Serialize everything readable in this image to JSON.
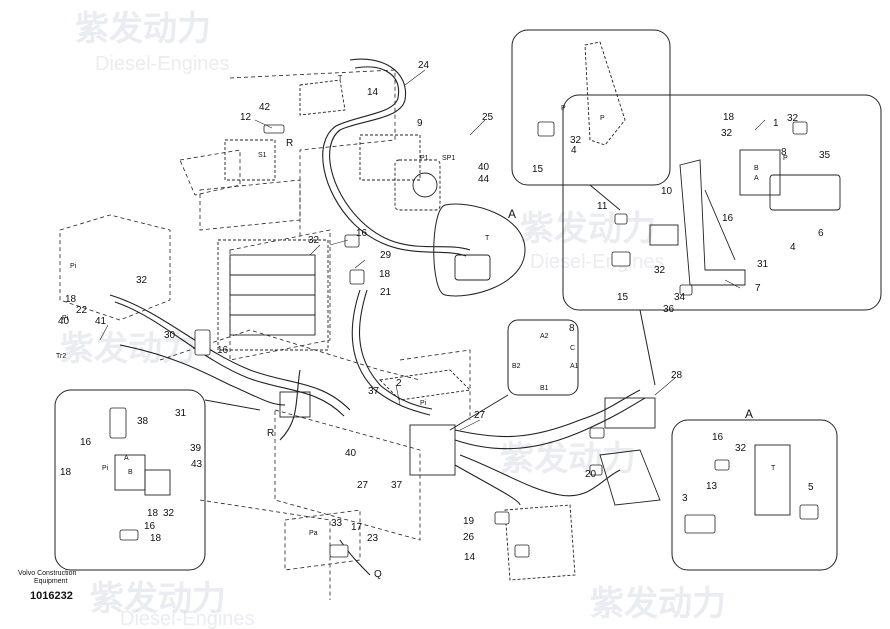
{
  "watermark": {
    "brand": "紫发动力",
    "sub": "Diesel-Engines"
  },
  "caption": {
    "company_line1": "Volvo Construction",
    "company_line2": "Equipment",
    "drawing_number": "1016232"
  },
  "detail_labels": {
    "main_A": "A",
    "detail_A": "A"
  },
  "port_labels": [
    "Pi",
    "Pi",
    "Pi",
    "R",
    "R",
    "S1",
    "P1",
    "SP1",
    "T",
    "Tr2",
    "A",
    "B",
    "P",
    "T",
    "A2",
    "A1",
    "B2",
    "B1",
    "C",
    "Pa",
    "T",
    "P",
    "B",
    "A",
    "Pi",
    "P",
    "Q"
  ],
  "callouts": [
    "1",
    "2",
    "3",
    "4",
    "4",
    "5",
    "6",
    "7",
    "8",
    "8",
    "9",
    "10",
    "11",
    "12",
    "13",
    "14",
    "14",
    "15",
    "15",
    "16",
    "16",
    "16",
    "16",
    "16",
    "16",
    "17",
    "18",
    "18",
    "18",
    "18",
    "18",
    "18",
    "19",
    "20",
    "21",
    "22",
    "23",
    "24",
    "25",
    "26",
    "27",
    "27",
    "28",
    "29",
    "30",
    "31",
    "31",
    "32",
    "32",
    "32",
    "32",
    "32",
    "32",
    "32",
    "32",
    "33",
    "34",
    "35",
    "36",
    "37",
    "37",
    "38",
    "39",
    "40",
    "40",
    "40",
    "41",
    "42",
    "43",
    "44"
  ]
}
